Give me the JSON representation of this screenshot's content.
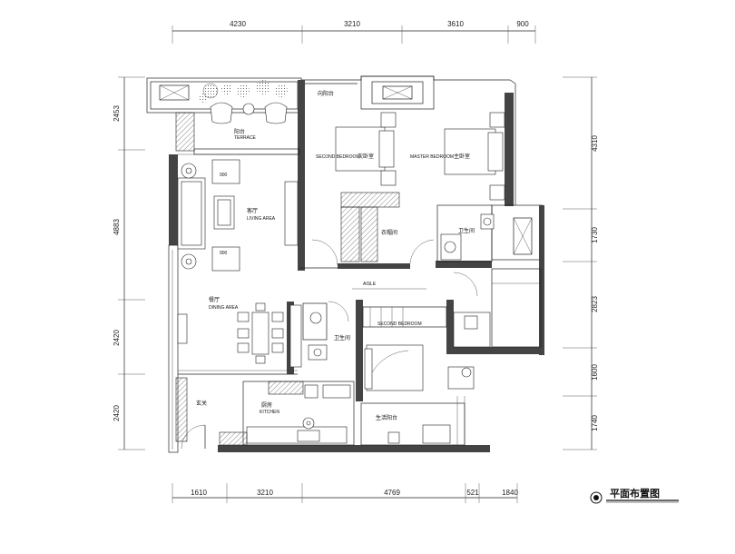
{
  "title": "平面布置图",
  "dimensions": {
    "top": [
      "4230",
      "3210",
      "3610",
      "900"
    ],
    "bottom": [
      "1610",
      "3210",
      "4769",
      "521",
      "1840"
    ],
    "left": [
      "2453",
      "4883",
      "2420",
      "2420"
    ],
    "right": [
      "4310",
      "1730",
      "2823",
      "1600",
      "1740"
    ]
  },
  "rooms": {
    "terrace_cn": "阳台",
    "terrace_en": "TERRACE",
    "second_bedroom_top_cn": "次卧室",
    "second_bedroom_top_en": "SECOND BEDROOM",
    "master_bedroom_cn": "主卧室",
    "master_bedroom_en": "MASTER BEDROOM",
    "living_cn": "客厅",
    "living_en": "LIVING AREA",
    "dining_cn": "餐厅",
    "dining_en": "DINING AREA",
    "aisle_en": "AISLE",
    "second_bedroom_bottom_en": "SECOND BEDROOM",
    "kitchen_cn": "厨房",
    "kitchen_en": "KITCHEN",
    "entry_cn": "玄关",
    "utility_cn": "生活阳台",
    "closet_cn": "衣帽间",
    "bath_cn": "卫生间",
    "sunny_cn": "向阳台"
  },
  "furniture_labels": {
    "tv_size_top": "900",
    "tv_size_bottom": "900"
  }
}
